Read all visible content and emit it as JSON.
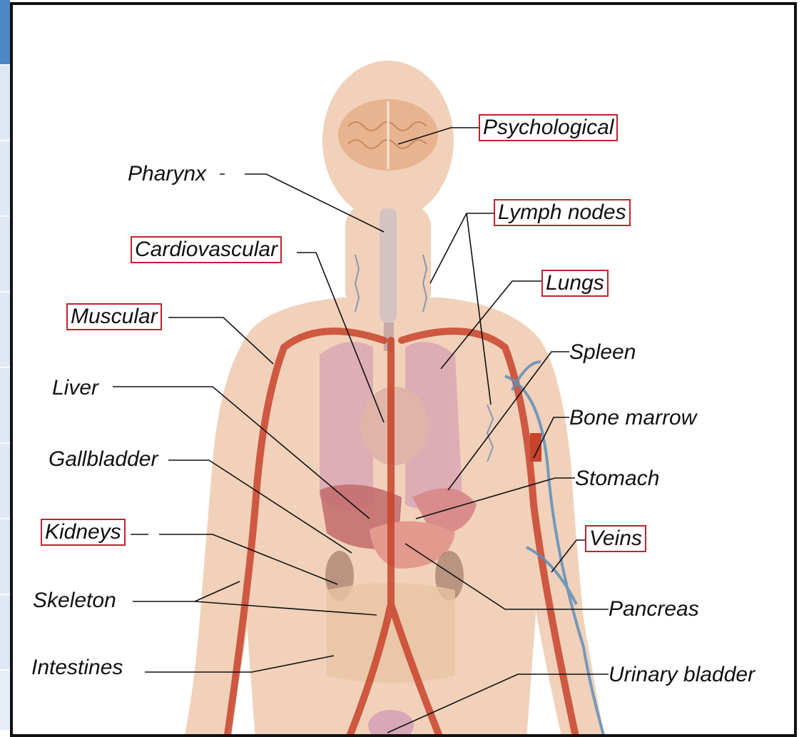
{
  "labels": {
    "pharynx": "Pharynx",
    "cardiovascular": "Cardiovascular",
    "muscular": "Muscular",
    "liver": "Liver",
    "gallbladder": "Gallbladder",
    "kidneys": "Kidneys",
    "skeleton": "Skeleton",
    "intestines": "Intestines",
    "psychological": "Psychological",
    "lymph_nodes": "Lymph nodes",
    "lungs": "Lungs",
    "spleen": "Spleen",
    "bone_marrow": "Bone marrow",
    "stomach": "Stomach",
    "veins": "Veins",
    "pancreas": "Pancreas",
    "urinary_bladder": "Urinary bladder"
  },
  "highlighted": [
    "psychological",
    "lymph_nodes",
    "cardiovascular",
    "lungs",
    "muscular",
    "kidneys",
    "veins"
  ],
  "colors": {
    "highlight_box": "#c0232c",
    "skin": "#efc9ae",
    "artery": "#c8432b",
    "vein": "#5f8fb8",
    "organ": "#d98c8c",
    "frame": "#111111"
  }
}
